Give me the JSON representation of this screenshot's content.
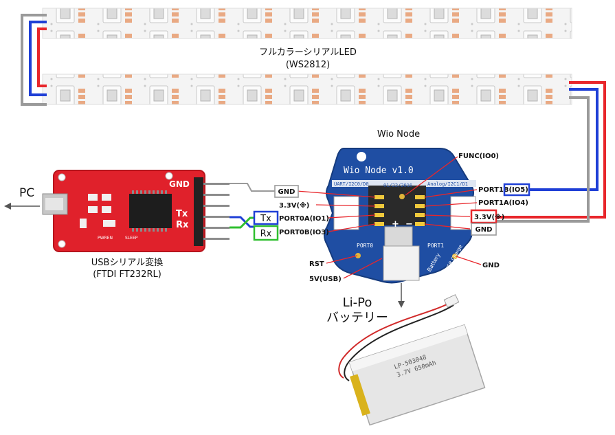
{
  "led_strip": {
    "title": "フルカラーシリアルLED",
    "model": "(WS2812)"
  },
  "wio_node": {
    "title": "Wio Node",
    "board_name": "Wio Node v1.0",
    "board_date": "01/22/2016",
    "left_header": "UART/I2C0/D0",
    "right_header": "Analog/I2C1/D1",
    "port0": "PORT0",
    "port1": "PORT1",
    "battery": "Battery",
    "usb_charge": "USB Charge",
    "plus": "+",
    "minus": "−"
  },
  "pin_labels": {
    "gnd_left": "GND",
    "v33_left": "3.3V(※)",
    "port0a": "PORT0A(IO1)",
    "port0b": "PORT0B(IO3)",
    "func": "FUNC(IO0)",
    "port1b": "PORT1B(IO5)",
    "port1a": "PORT1A(IO4)",
    "v33_right": "3.3V(※)",
    "gnd_right": "GND",
    "rst": "RST",
    "v5usb": "5V(USB)",
    "gnd_bottom": "GND"
  },
  "usb_serial": {
    "title": "USBシリアル変換",
    "model": "(FTDI FT232RL)",
    "gnd_pin": "GND",
    "tx_pin": "Tx",
    "rx_pin": "Rx",
    "pwren": "PWREN",
    "sleep": "SLEEP"
  },
  "serial_boxes": {
    "tx": "Tx",
    "rx": "Rx"
  },
  "pc": {
    "label": "PC"
  },
  "battery": {
    "label_line1": "Li-Po",
    "label_line2": "バッテリー",
    "print_line1": "LP-503048",
    "print_line2": "3.7V 650mAh"
  },
  "colors": {
    "wire_red": "#e8262b",
    "wire_blue": "#1f3fd6",
    "wire_gray": "#9a9a9a",
    "wire_green": "#2fbf2f",
    "board_blue": "#1f4ea3",
    "ftdi_red": "#e0212b",
    "battery_gold": "#d9b21c"
  }
}
